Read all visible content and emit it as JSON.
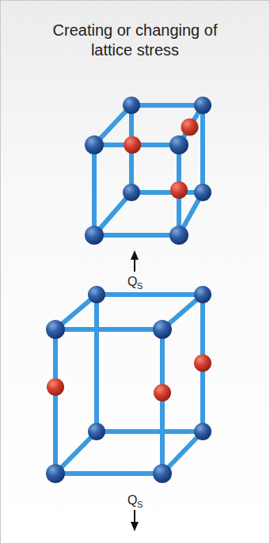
{
  "diagram": {
    "title": "Creating or changing of lattice stress",
    "labels": [
      "Q",
      "S",
      "Q",
      "S"
    ]
  }
}
